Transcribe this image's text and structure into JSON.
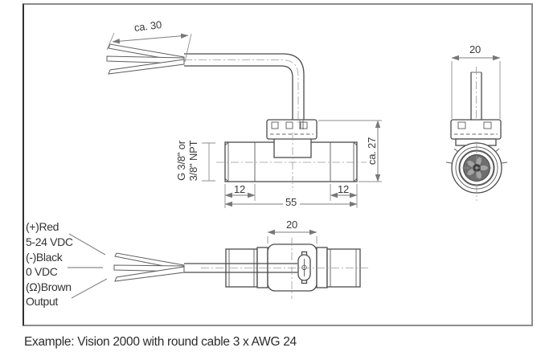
{
  "drawing": {
    "caption": "Example: Vision 2000 with round cable 3 x AWG 24",
    "dimensions": {
      "cable_strip_length": "ca. 30",
      "left_thread_length": "12",
      "body_length": "55",
      "right_thread_length": "12",
      "body_height": "ca. 27",
      "end_view_width": "20",
      "top_view_width": "20"
    },
    "thread_spec": {
      "line1": "G 3/8\" or",
      "line2": "3/8\" NPT"
    },
    "wires": [
      {
        "designation": "(+)Red",
        "function": "5-24 VDC"
      },
      {
        "designation": "(-)Black",
        "function": "0 VDC"
      },
      {
        "designation": "(Ω)Brown",
        "function": "Output"
      }
    ],
    "colors": {
      "object_line": "#4a4a4a",
      "dimension_line": "#7d7d7d",
      "text": "#333333"
    }
  }
}
